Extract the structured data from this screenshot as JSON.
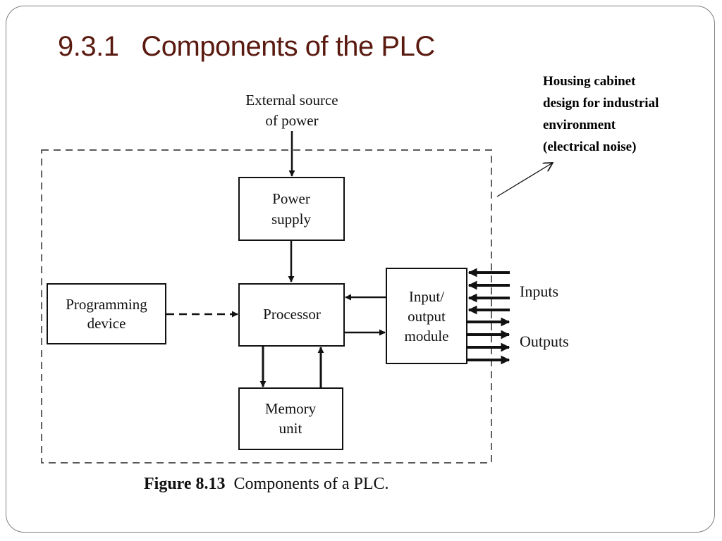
{
  "slide": {
    "title": "9.3.1   Components of the PLC",
    "callout": {
      "lines": [
        "Housing cabinet",
        "design for industrial",
        "environment",
        "(electrical noise)"
      ]
    }
  },
  "diagram": {
    "external_source": [
      "External source",
      "of power"
    ],
    "power_supply": [
      "Power",
      "supply"
    ],
    "programming_device": [
      "Programming",
      "device"
    ],
    "processor": "Processor",
    "io_module": [
      "Input/",
      "output",
      "module"
    ],
    "memory_unit": [
      "Memory",
      "unit"
    ],
    "inputs_label": "Inputs",
    "outputs_label": "Outputs"
  },
  "figure_caption": {
    "number": "Figure 8.13",
    "text": "Components of a PLC."
  }
}
